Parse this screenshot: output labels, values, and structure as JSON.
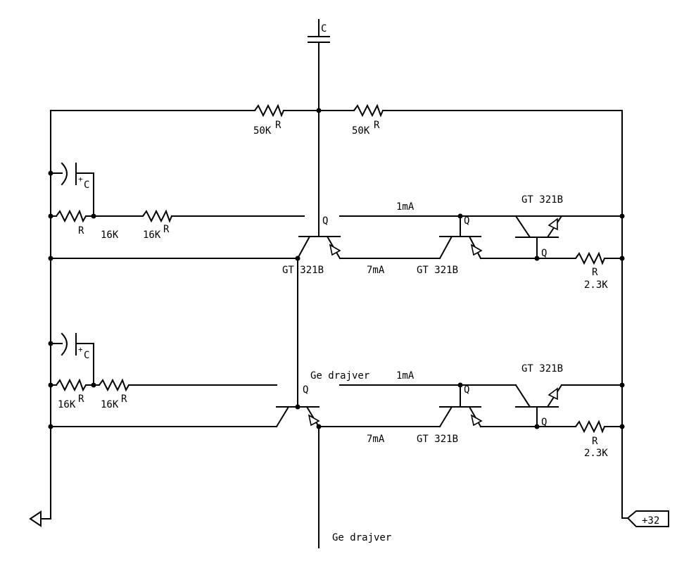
{
  "labels": {
    "cap_top": "C",
    "cap_upper": "C",
    "cap_lower": "C",
    "cap_plus": "+",
    "res_50k_a": "50K",
    "res_50k_b": "50K",
    "res_r": "R",
    "res_16k": "16K",
    "res_2_3k": "2.3K",
    "q": "Q",
    "gt321b": "GT 321B",
    "current_1ma": "1mA",
    "current_7ma": "7mA",
    "ge_drajver": "Ge drajver",
    "supply": "+32"
  }
}
